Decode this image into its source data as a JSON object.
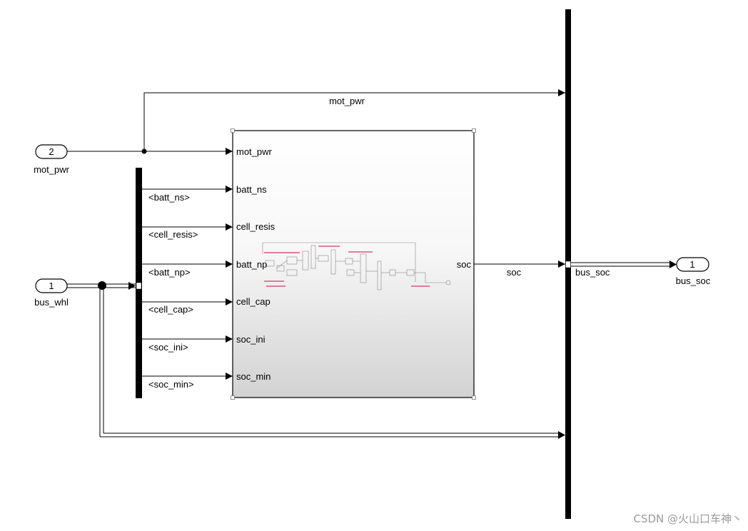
{
  "inports": [
    {
      "number": "2",
      "name": "mot_pwr"
    },
    {
      "number": "1",
      "name": "bus_whl"
    }
  ],
  "outport": {
    "number": "1",
    "name": "bus_soc"
  },
  "selector_signals": [
    "<batt_ns>",
    "<cell_resis>",
    "<batt_np>",
    "<cell_cap>",
    "<soc_ini>",
    "<soc_min>"
  ],
  "subsystem": {
    "inputs": [
      "mot_pwr",
      "batt_ns",
      "cell_resis",
      "batt_np",
      "cell_cap",
      "soc_ini",
      "soc_min"
    ],
    "output": "soc"
  },
  "signal_labels": {
    "mot_pwr_top": "mot_pwr",
    "soc": "soc",
    "bus_soc": "bus_soc"
  },
  "watermark": "CSDN @火山口车神丶"
}
